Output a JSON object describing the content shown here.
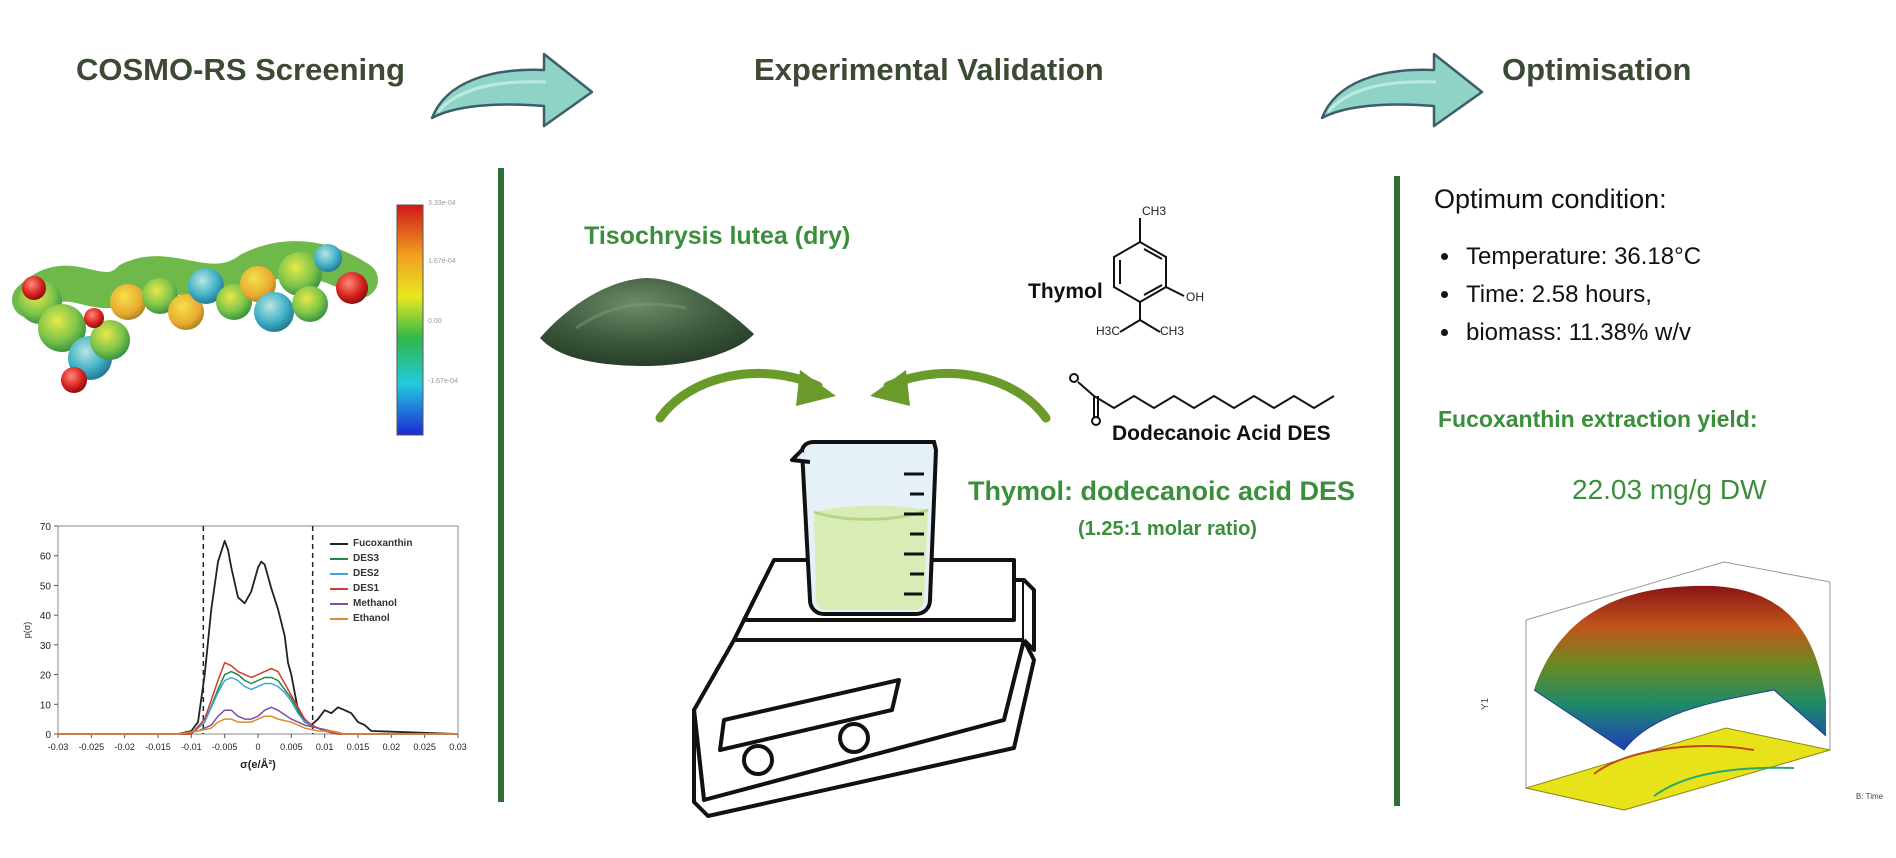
{
  "stages": {
    "screening": "COSMO-RS Screening",
    "validation": "Experimental Validation",
    "optimisation": "Optimisation"
  },
  "colorbar": {
    "labels": [
      "3.33e-04",
      "1.67e-04",
      "0.00",
      "-1.67e-04"
    ]
  },
  "validation": {
    "biomass_label": "Tisochrysis lutea (dry)",
    "thymol_label": "Thymol",
    "acid_label": "Dodecanoic Acid DES",
    "des_label": "Thymol: dodecanoic acid DES",
    "ratio_label": "(1.25:1 molar ratio)",
    "atoms": {
      "ch3_top": "CH3",
      "oh": "OH",
      "h3c": "H3C",
      "ch3_bottom": "CH3"
    }
  },
  "optimisation": {
    "heading": "Optimum condition:",
    "conditions": [
      "Temperature: 36.18°C",
      "Time: 2.58 hours,",
      "biomass: 11.38% w/v"
    ],
    "yield_label": "Fucoxanthin extraction yield:",
    "yield_value": "22.03 mg/g DW",
    "surface_axis_label": "B: Time"
  },
  "chart_data": {
    "type": "line",
    "xlabel": "σ(e/Å²)",
    "ylabel": "p(σ)",
    "xlim": [
      -0.03,
      0.03
    ],
    "ylim": [
      0,
      70
    ],
    "xticks": [
      "-0.03",
      "-0.025",
      "-0.02",
      "-0.015",
      "-0.01",
      "-0.005",
      "0",
      "0.005",
      "0.01",
      "0.015",
      "0.02",
      "0.025",
      "0.03"
    ],
    "yticks": [
      0,
      10,
      20,
      30,
      40,
      50,
      60,
      70
    ],
    "reference_lines": [
      -0.0082,
      0.0082
    ],
    "legend_position": "top-right",
    "series": [
      {
        "name": "Fucoxanthin",
        "color": "#222222",
        "x": [
          -0.03,
          -0.012,
          -0.01,
          -0.009,
          -0.008,
          -0.007,
          -0.006,
          -0.005,
          -0.0045,
          -0.004,
          -0.003,
          -0.002,
          -0.001,
          0.0,
          0.0005,
          0.001,
          0.002,
          0.003,
          0.004,
          0.0045,
          0.005,
          0.006,
          0.007,
          0.008,
          0.009,
          0.01,
          0.011,
          0.012,
          0.013,
          0.014,
          0.015,
          0.016,
          0.017,
          0.03
        ],
        "y": [
          0,
          0,
          1,
          4,
          20,
          42,
          58,
          65,
          62,
          56,
          46,
          44,
          48,
          56,
          58,
          57,
          49,
          42,
          33,
          24,
          20,
          8,
          4,
          3,
          5,
          8,
          7,
          9,
          8,
          7,
          4,
          3,
          1,
          0
        ]
      },
      {
        "name": "DES3",
        "color": "#1e8a3e",
        "x": [
          -0.03,
          -0.01,
          -0.008,
          -0.006,
          -0.005,
          -0.004,
          -0.003,
          -0.002,
          -0.001,
          0.0,
          0.001,
          0.002,
          0.003,
          0.004,
          0.005,
          0.006,
          0.007,
          0.008,
          0.009,
          0.01,
          0.012,
          0.03
        ],
        "y": [
          0,
          0,
          4,
          15,
          20,
          21,
          20,
          18,
          17,
          18,
          19,
          19,
          18,
          15,
          12,
          8,
          5,
          3,
          2,
          1,
          0,
          0
        ]
      },
      {
        "name": "DES2",
        "color": "#3aa6d8",
        "x": [
          -0.03,
          -0.01,
          -0.008,
          -0.006,
          -0.005,
          -0.004,
          -0.003,
          -0.002,
          -0.001,
          0.0,
          0.001,
          0.002,
          0.003,
          0.004,
          0.005,
          0.006,
          0.007,
          0.008,
          0.009,
          0.01,
          0.012,
          0.03
        ],
        "y": [
          0,
          0,
          4,
          14,
          18,
          19,
          18,
          16,
          15,
          16,
          17,
          17,
          16,
          14,
          11,
          7,
          4,
          3,
          2,
          1,
          0,
          0
        ]
      },
      {
        "name": "DES1",
        "color": "#d43a2f",
        "x": [
          -0.03,
          -0.01,
          -0.008,
          -0.006,
          -0.005,
          -0.004,
          -0.003,
          -0.002,
          -0.001,
          0.0,
          0.001,
          0.002,
          0.003,
          0.004,
          0.005,
          0.006,
          0.007,
          0.008,
          0.009,
          0.01,
          0.012,
          0.03
        ],
        "y": [
          0,
          0,
          5,
          18,
          24,
          23,
          21,
          20,
          19,
          20,
          21,
          22,
          21,
          17,
          13,
          9,
          5,
          3,
          2,
          1,
          0,
          0
        ]
      },
      {
        "name": "Methanol",
        "color": "#7a4fa8",
        "x": [
          -0.03,
          -0.012,
          -0.009,
          -0.007,
          -0.006,
          -0.005,
          -0.004,
          -0.003,
          -0.002,
          -0.001,
          0.0,
          0.001,
          0.002,
          0.003,
          0.005,
          0.007,
          0.009,
          0.011,
          0.013,
          0.03
        ],
        "y": [
          0,
          0,
          1,
          3,
          6,
          8,
          8,
          6,
          5,
          5,
          6,
          8,
          9,
          8,
          5,
          3,
          2,
          1,
          0,
          0
        ]
      },
      {
        "name": "Ethanol",
        "color": "#e08a2c",
        "x": [
          -0.03,
          -0.012,
          -0.009,
          -0.007,
          -0.006,
          -0.005,
          -0.004,
          -0.003,
          -0.002,
          -0.001,
          0.0,
          0.001,
          0.002,
          0.003,
          0.005,
          0.007,
          0.009,
          0.011,
          0.013,
          0.03
        ],
        "y": [
          0,
          0,
          1,
          2,
          4,
          5,
          5,
          4,
          4,
          4,
          5,
          6,
          6,
          5,
          4,
          2,
          1,
          1,
          0,
          0
        ]
      }
    ]
  }
}
